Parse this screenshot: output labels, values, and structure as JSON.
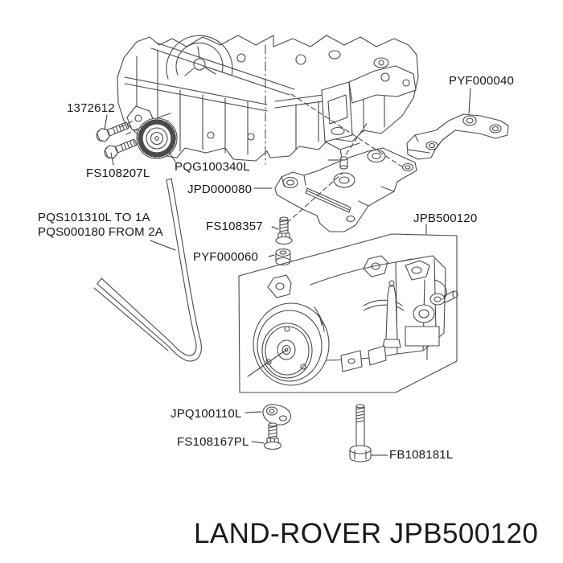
{
  "page": {
    "background_color": "#ffffff",
    "line_color": "#4a4a4a",
    "text_color": "#171717"
  },
  "footer": {
    "text": "LAND-ROVER JPB500120"
  },
  "labels": [
    {
      "text": "1372612"
    },
    {
      "text": "FS108207L"
    },
    {
      "text": "PQG100340L"
    },
    {
      "text": "PYF000040"
    },
    {
      "text": "JPD000080"
    },
    {
      "text": "PQS101310L TO 1A"
    },
    {
      "text": "PQS000180 FROM 2A"
    },
    {
      "text": "FS108357"
    },
    {
      "text": "PYF000060"
    },
    {
      "text": "JPB500120"
    },
    {
      "text": "JPQ100110L"
    },
    {
      "text": "FS108167PL"
    },
    {
      "text": "FB108181L"
    }
  ]
}
